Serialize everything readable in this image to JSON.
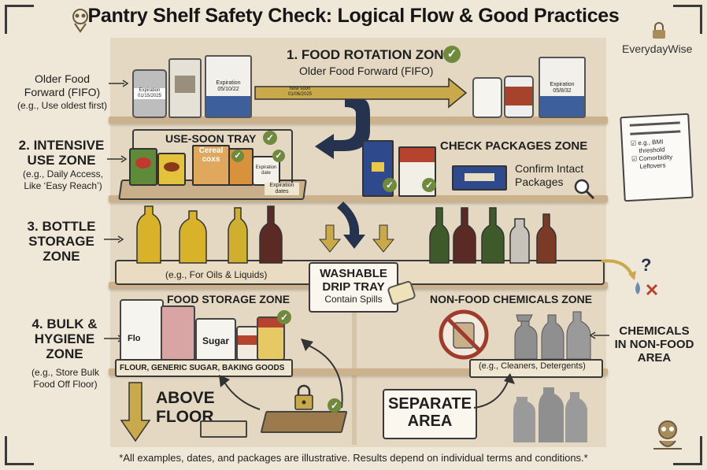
{
  "title": "Pantry Shelf Safety Check: Logical Flow & Good Practices",
  "brand": {
    "name": "EverydayWise",
    "lock_icon": "lock-icon",
    "owl_icon": "owl-icon"
  },
  "zone1": {
    "title": "1. FOOD ROTATION ZONE",
    "subtitle": "Older Food Forward (FIFO)",
    "left_label_1": "Older Food",
    "left_label_2": "Forward (FIFO)",
    "left_note": "(e.g., Use oldest first)",
    "can_text_1": "Expiration",
    "can_text_2": "01/15/2025",
    "box_text_1": "Expiration",
    "box_text_2": "05/10/22",
    "arrow_text_1": "Now soon",
    "arrow_text_2": "01/06/2025",
    "right_box_text_1": "Expiration",
    "right_box_text_2": "05/8/32"
  },
  "zone2": {
    "title_1": "2. INTENSIVE",
    "title_2": "USE ZONE",
    "note_1": "(e.g., Daily Access,",
    "note_2": "Like ‘Easy Reach’)",
    "tray_label": "USE-SOON TRAY",
    "cereal_1": "Cereal",
    "cereal_2": "coxs",
    "jar_1": "Expiration",
    "jar_2": "date",
    "tray_tag_1": "Expiration",
    "tray_tag_2": "dates"
  },
  "check_zone": {
    "title": "CHECK PACKAGES ZONE",
    "note_1": "Confirm Intact",
    "note_2": "Packages"
  },
  "clipboard": {
    "item_1": "e.g., BMI",
    "item_2": "threshold",
    "item_3": "Comorbidity",
    "item_4": "Leftovers"
  },
  "zone3": {
    "title_1": "3. BOTTLE",
    "title_2": "STORAGE",
    "title_3": "ZONE",
    "tray_note": "(e.g., For Oils & Liquids)",
    "drip_1": "WASHABLE",
    "drip_2": "DRIP TRAY",
    "drip_3": "Contain Spills"
  },
  "zone4": {
    "title_1": "4. BULK &",
    "title_2": "HYGIENE",
    "title_3": "ZONE",
    "note_1": "(e.g., Store Bulk",
    "note_2": "Food Off Floor)",
    "food_zone": "FOOD STORAGE ZONE",
    "flour_bag": "Flo",
    "sugar_bag": "Sugar",
    "shelf_tag": "FLOUR, GENERIC SUGAR, BAKING GOODS",
    "above_1": "ABOVE",
    "above_2": "FLOOR"
  },
  "chem": {
    "title": "NON-FOOD CHEMICALS ZONE",
    "note": "(e.g., Cleaners, Detergents)",
    "right_1": "CHEMICALS",
    "right_2": "IN NON-FOOD",
    "right_3": "AREA",
    "separate_1": "SEPARATE",
    "separate_2": "AREA"
  },
  "footer": "*All examples, dates, and packages are illustrative. Results depend on individual terms and conditions.*",
  "colors": {
    "accent_green": "#6f8a3c",
    "arrow_gold": "#c9a94a",
    "arrow_navy": "#26334f",
    "shelf": "#cbb28c"
  }
}
